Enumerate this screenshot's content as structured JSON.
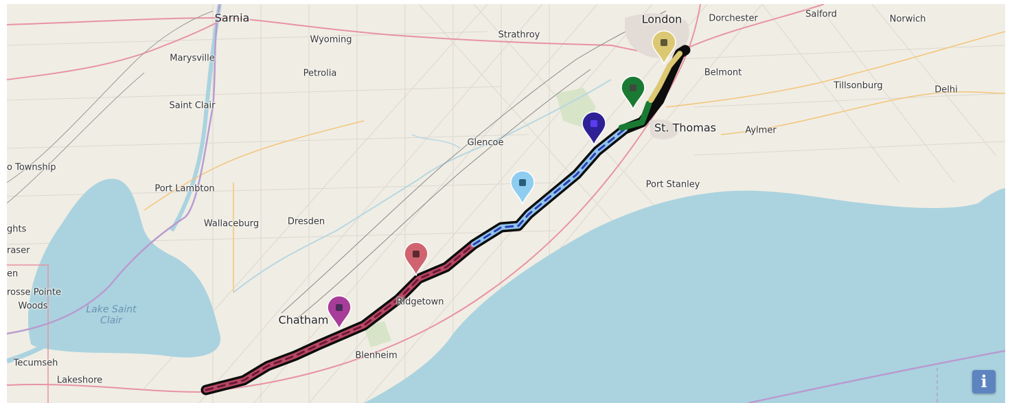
{
  "places": [
    {
      "id": "sarnia",
      "name": "Sarnia",
      "cls": "city"
    },
    {
      "id": "wyoming",
      "name": "Wyoming"
    },
    {
      "id": "strathroy",
      "name": "Strathroy"
    },
    {
      "id": "london",
      "name": "London",
      "cls": "city"
    },
    {
      "id": "dorchester",
      "name": "Dorchester"
    },
    {
      "id": "salford",
      "name": "Salford"
    },
    {
      "id": "norwich",
      "name": "Norwich"
    },
    {
      "id": "marysville",
      "name": "Marysville"
    },
    {
      "id": "petrolia",
      "name": "Petrolia"
    },
    {
      "id": "belmont",
      "name": "Belmont"
    },
    {
      "id": "tillsonburg",
      "name": "Tillsonburg"
    },
    {
      "id": "delhi",
      "name": "Delhi"
    },
    {
      "id": "saint-clair",
      "name": "Saint Clair"
    },
    {
      "id": "st-thomas",
      "name": "St. Thomas",
      "cls": "city"
    },
    {
      "id": "aylmer",
      "name": "Aylmer"
    },
    {
      "id": "glencoe",
      "name": "Glencoe"
    },
    {
      "id": "township",
      "name": "o Township",
      "cls": "edge"
    },
    {
      "id": "port-lambton",
      "name": "Port Lambton"
    },
    {
      "id": "port-stanley",
      "name": "Port Stanley"
    },
    {
      "id": "wallaceburg",
      "name": "Wallaceburg"
    },
    {
      "id": "dresden",
      "name": "Dresden"
    },
    {
      "id": "ghts",
      "name": "ghts",
      "cls": "edge"
    },
    {
      "id": "fraser",
      "name": "raser",
      "cls": "edge"
    },
    {
      "id": "en",
      "name": "en",
      "cls": "edge"
    },
    {
      "id": "grosse-pointe",
      "name": "rosse Pointe",
      "cls": "edge"
    },
    {
      "id": "woods",
      "name": "Woods"
    },
    {
      "id": "lake-saint-clair",
      "name": "Lake Saint\nClair",
      "cls": "water"
    },
    {
      "id": "chatham",
      "name": "Chatham",
      "cls": "city"
    },
    {
      "id": "ridgetown",
      "name": "Ridgetown"
    },
    {
      "id": "blenheim",
      "name": "Blenheim"
    },
    {
      "id": "tecumseh",
      "name": "Tecumseh"
    },
    {
      "id": "lakeshore",
      "name": "Lakeshore"
    }
  ],
  "markers": [
    {
      "id": "marker-london",
      "color": "#dcc872",
      "dot": "#5e5738"
    },
    {
      "id": "marker-st-thomas",
      "color": "#1a7a34",
      "dot": "#3e4a3e"
    },
    {
      "id": "marker-southwold",
      "color": "#2e2196",
      "dot": "#5b3cf0"
    },
    {
      "id": "marker-port-glasgow",
      "color": "#8fcdf0",
      "dot": "#285d78"
    },
    {
      "id": "marker-ridgetown",
      "color": "#cf6470",
      "dot": "#5b2a2e"
    },
    {
      "id": "marker-chatham",
      "color": "#a73d98",
      "dot": "#4a2a58"
    }
  ],
  "route_colors": {
    "casing": "#0d0d0d",
    "segment_london": "#dcc872",
    "segment_st_thomas": "#1a7a34",
    "segment_middle": "#8ec4ec",
    "segment_middle_dash": "#2e3bb2",
    "segment_west": "#b84763",
    "segment_west_dash": "#6a1838"
  },
  "info_button": {
    "label": "i"
  }
}
